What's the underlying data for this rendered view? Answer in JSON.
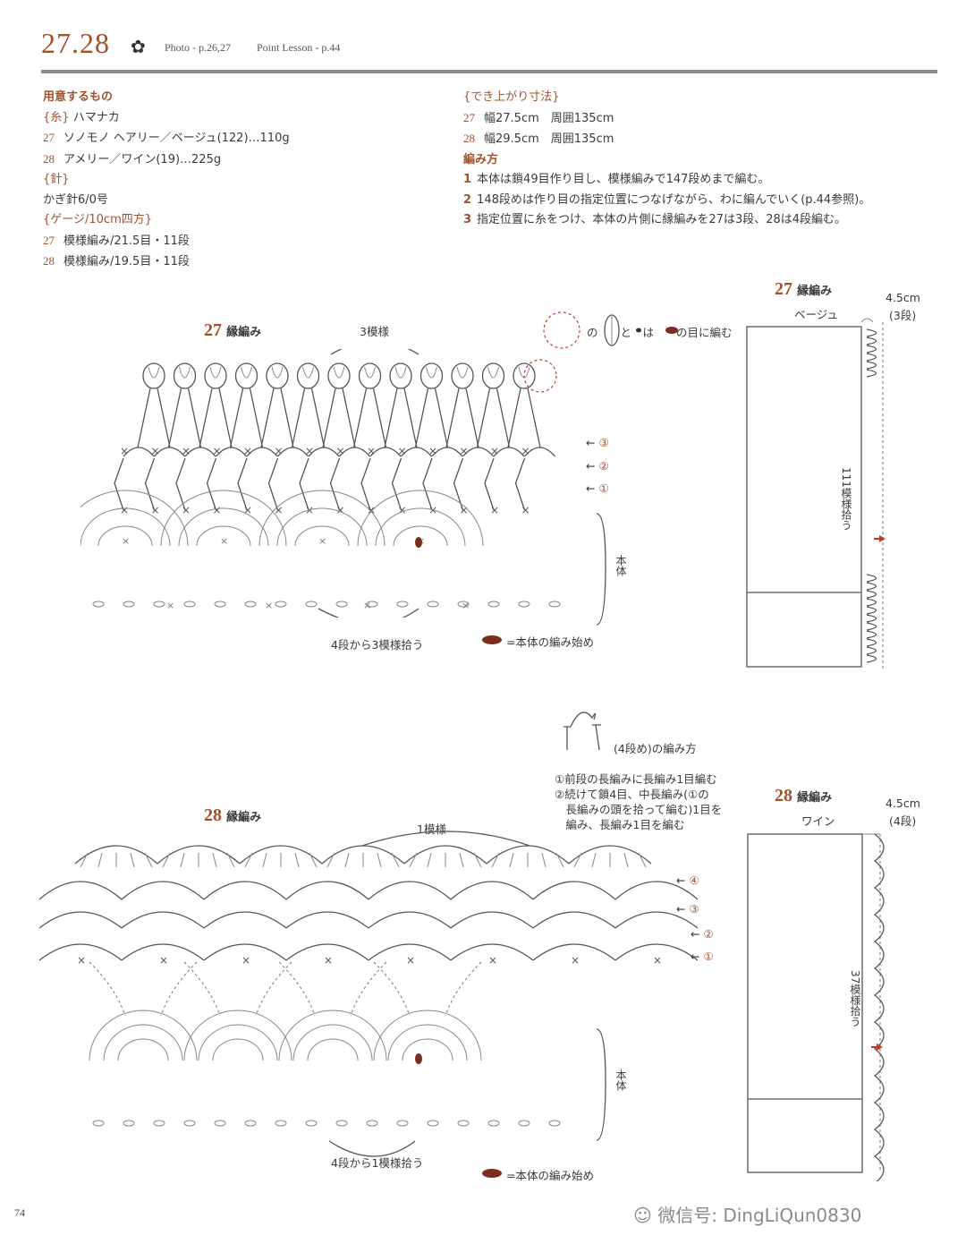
{
  "header": {
    "pattern_numbers": "27.28",
    "photo_ref": "Photo - p.26,27",
    "lesson_ref": "Point Lesson - p.44",
    "page_number": "74"
  },
  "materials": {
    "heading": "用意するもの",
    "yarn_heading": "{糸}",
    "yarn_brand": "ハマナカ",
    "items": [
      {
        "num": "27",
        "text": "ソノモノ ヘアリー／ベージュ(122)…110g"
      },
      {
        "num": "28",
        "text": "アメリー／ワイン(19)…225g"
      }
    ],
    "needle_heading": "{針}",
    "needle": "かぎ針6/0号",
    "gauge_heading": "{ゲージ/10cm四方}",
    "gauge": [
      {
        "num": "27",
        "text": "模様編み/21.5目・11段"
      },
      {
        "num": "28",
        "text": "模様編み/19.5目・11段"
      }
    ]
  },
  "finished_size": {
    "heading": "{でき上がり寸法}",
    "items": [
      {
        "num": "27",
        "text": "幅27.5cm　周囲135cm"
      },
      {
        "num": "28",
        "text": "幅29.5cm　周囲135cm"
      }
    ]
  },
  "instructions": {
    "heading": "編み方",
    "steps": [
      {
        "num": "1",
        "text": "本体は鎖49目作り目し、模様編みで147段めまで編む。"
      },
      {
        "num": "2",
        "text": "148段めは作り目の指定位置につなげながら、わに編んでいく(p.44参照)。"
      },
      {
        "num": "3",
        "text": "指定位置に糸をつけ、本体の片側に縁編みを27は3段、28は4段編む。"
      }
    ]
  },
  "chart27": {
    "num": "27",
    "title": "縁編み",
    "repeat_label": "3模様",
    "legend_note": "の　　と　は　　の目に編む",
    "rows": [
      "③",
      "②",
      "①"
    ],
    "body_label": "本体",
    "pickup_label": "4段から3模様拾う",
    "start_legend": "=本体の編み始め"
  },
  "side27": {
    "num": "27",
    "title": "縁編み",
    "color": "ベージュ",
    "width": "4.5cm",
    "rows": "(3段)",
    "pickup": "111模様拾う"
  },
  "chart28": {
    "num": "28",
    "title": "縁編み",
    "repeat_label": "1模様",
    "rows": [
      "④",
      "③",
      "②",
      "①"
    ],
    "body_label": "本体",
    "pickup_label": "4段から1模様拾う",
    "start_legend": "=本体の編み始め",
    "method_title": "(4段め)の編み方",
    "method_steps": [
      "①前段の長編みに長編み1目編む",
      "②続けて鎖4目、中長編み(①の",
      "　長編みの頭を拾って編む)1目を",
      "　編み、長編み1目を編む"
    ]
  },
  "side28": {
    "num": "28",
    "title": "縁編み",
    "color": "ワイン",
    "width": "4.5cm",
    "rows": "(4段)",
    "pickup": "37模様拾う"
  },
  "watermark": "微信号: DingLiQun0830",
  "colors": {
    "accent": "#a0522d",
    "rule": "#8c8c8c",
    "marker": "#7a2e1e"
  }
}
